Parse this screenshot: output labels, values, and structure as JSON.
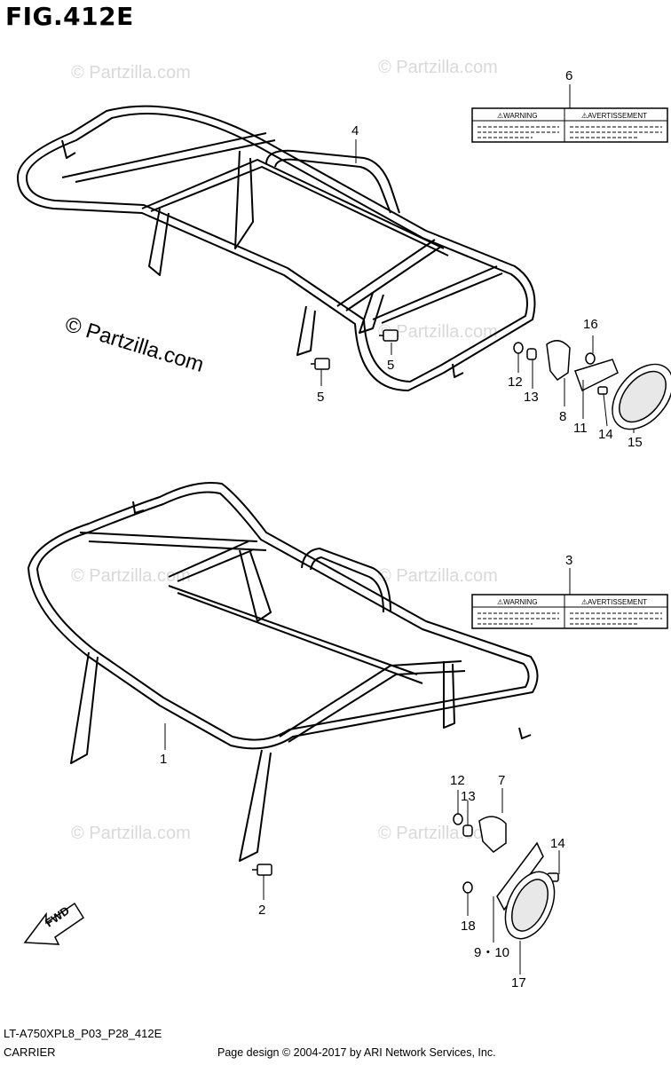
{
  "figure_title": "FIG.412E",
  "watermark": {
    "main": "© Partzilla.com",
    "faint": "© Partzilla.com"
  },
  "labels": {
    "warning": "⚠WARNING",
    "avertissement": "⚠AVERTISSEMENT"
  },
  "callouts": {
    "c1": "1",
    "c2": "2",
    "c3": "3",
    "c4": "4",
    "c5a": "5",
    "c5b": "5",
    "c6": "6",
    "c7": "7",
    "c8": "8",
    "c9_10": "9・10",
    "c11": "11",
    "c12a": "12",
    "c12b": "12",
    "c13a": "13",
    "c13b": "13",
    "c14a": "14",
    "c14b": "14",
    "c15": "15",
    "c16": "16",
    "c17": "17",
    "c18": "18"
  },
  "fwd_label": "FWD",
  "footer": {
    "code": "LT-A750XPL8_P03_P28_412E",
    "name": "CARRIER",
    "credit": "Page design © 2004-2017 by ARI Network Services, Inc."
  }
}
